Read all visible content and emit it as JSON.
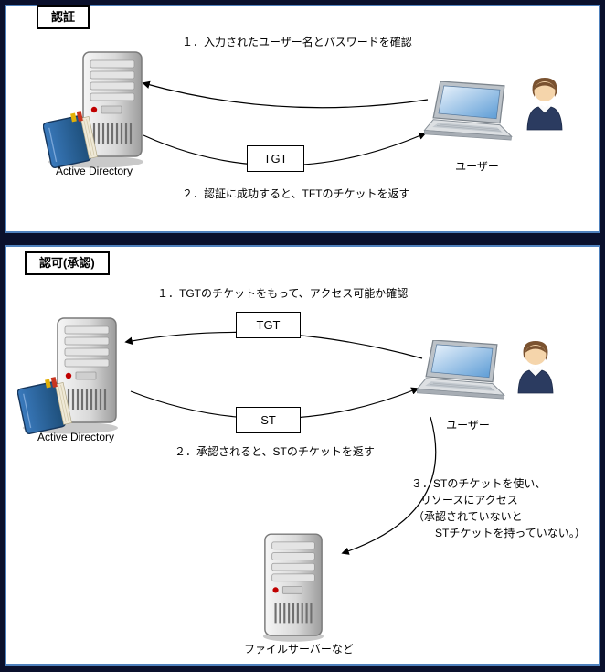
{
  "colors": {
    "page_bg": "#0a102c",
    "panel_border": "#4f81bd",
    "book_blue": "#1f4e79",
    "screen_blue": "#5b9bd5",
    "arrow": "#000000",
    "led_red": "#c00000"
  },
  "icons": {
    "active_directory": "server-with-book-icon",
    "user": "laptop-and-person-icon",
    "file_server": "server-tower-icon"
  },
  "auth": {
    "title": "認証",
    "step1": "１．入力されたユーザー名とパスワードを確認",
    "step2": "２．認証に成功すると、TFTのチケットを返す",
    "tgt_label": "TGT",
    "ad_label": "Active Directory",
    "user_label": "ユーザー"
  },
  "authz": {
    "title": "認可(承認)",
    "step1": "１．TGTのチケットをもって、アクセス可能か確認",
    "step2": "２．承認されると、STのチケットを返す",
    "step3_lines": [
      "３．STのチケットを使い、",
      "リソースにアクセス",
      "（承認されていないと",
      "STチケットを持っていない。）"
    ],
    "tgt_label": "TGT",
    "st_label": "ST",
    "ad_label": "Active Directory",
    "user_label": "ユーザー",
    "fileserver_label": "ファイルサーバーなど"
  }
}
